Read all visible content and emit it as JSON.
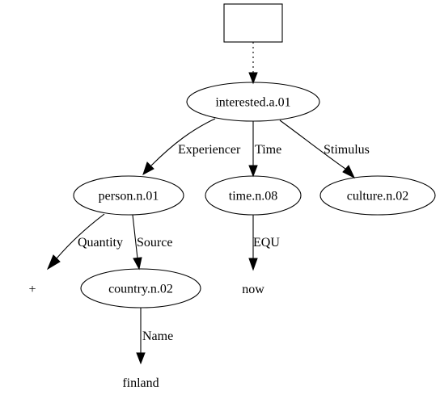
{
  "graph": {
    "nodes": {
      "top": "",
      "interested": "interested.a.01",
      "person": "person.n.01",
      "time": "time.n.08",
      "culture": "culture.n.02",
      "plus": "+",
      "country": "country.n.02",
      "now": "now",
      "finland": "finland"
    },
    "edges": {
      "experiencer": "Experiencer",
      "time": "Time",
      "stimulus": "Stimulus",
      "quantity": "Quantity",
      "source": "Source",
      "equ": "EQU",
      "name": "Name"
    }
  }
}
